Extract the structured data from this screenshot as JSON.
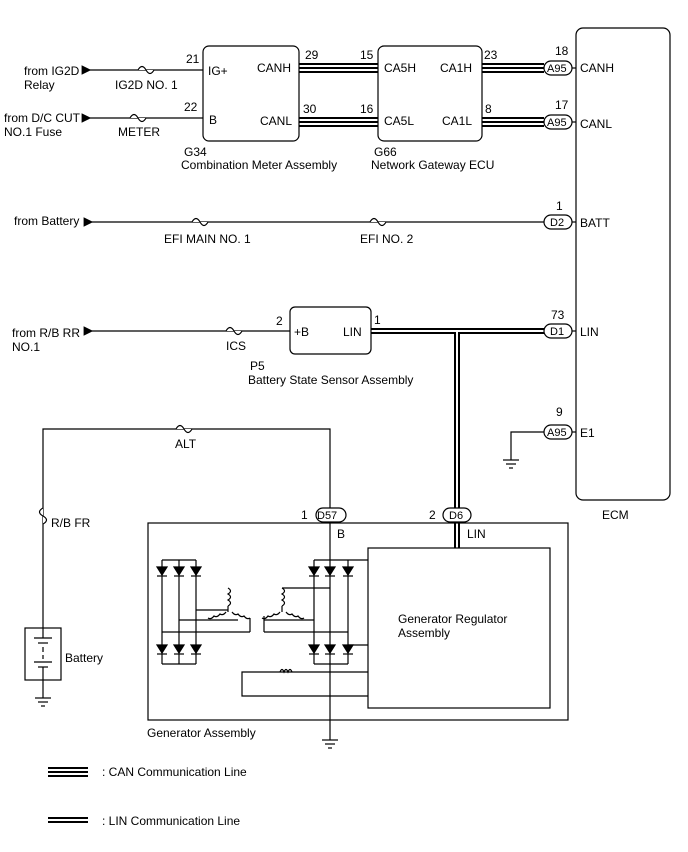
{
  "sources": {
    "ig2d_line1": "from IG2D",
    "ig2d_line2": "Relay",
    "dccut_line1": "from D/C CUT",
    "dccut_line2": "NO.1 Fuse",
    "battery": "from Battery",
    "rbrr_line1": "from R/B RR",
    "rbrr_line2": "NO.1"
  },
  "fuses": {
    "ig2d_no1": "IG2D NO. 1",
    "meter": "METER",
    "efi_main_no1": "EFI MAIN NO. 1",
    "efi_no2": "EFI NO. 2",
    "ics": "ICS",
    "alt": "ALT",
    "rb_fr": "R/B FR"
  },
  "combination_meter": {
    "code": "G34",
    "name": "Combination Meter Assembly",
    "pin_igp": "IG+",
    "pin_b": "B",
    "pin_canh": "CANH",
    "pin_canl": "CANL",
    "num_igp": "21",
    "num_b": "22",
    "num_canh": "29",
    "num_canl": "30"
  },
  "gateway": {
    "code": "G66",
    "name": "Network Gateway ECU",
    "pin_ca5h": "CA5H",
    "pin_ca5l": "CA5L",
    "pin_ca1h": "CA1H",
    "pin_ca1l": "CA1L",
    "num_ca5h": "15",
    "num_ca5l": "16",
    "num_ca1h": "23",
    "num_ca1l": "8"
  },
  "ecm": {
    "name": "ECM",
    "pins": {
      "canh": "CANH",
      "canl": "CANL",
      "batt": "BATT",
      "lin": "LIN",
      "e1": "E1"
    },
    "pin_numbers": {
      "canh": "18",
      "canl": "17",
      "batt": "1",
      "lin": "73",
      "e1": "9"
    },
    "connectors": {
      "canh": "A95",
      "canl": "A95",
      "batt": "D2",
      "lin": "D1",
      "e1": "A95"
    }
  },
  "battery_sensor": {
    "code": "P5",
    "name": "Battery State Sensor Assembly",
    "pin_b": "+B",
    "pin_lin": "LIN",
    "num_b": "2",
    "num_lin": "1"
  },
  "generator": {
    "name": "Generator Assembly",
    "regulator_line1": "Generator Regulator",
    "regulator_line2": "Assembly",
    "conn_b": "D57",
    "conn_lin": "D6",
    "num_b": "1",
    "num_lin": "2",
    "label_b": "B",
    "label_lin": "LIN"
  },
  "battery": {
    "label": "Battery"
  },
  "legend": {
    "can": ": CAN Communication Line",
    "lin": ": LIN Communication Line"
  }
}
